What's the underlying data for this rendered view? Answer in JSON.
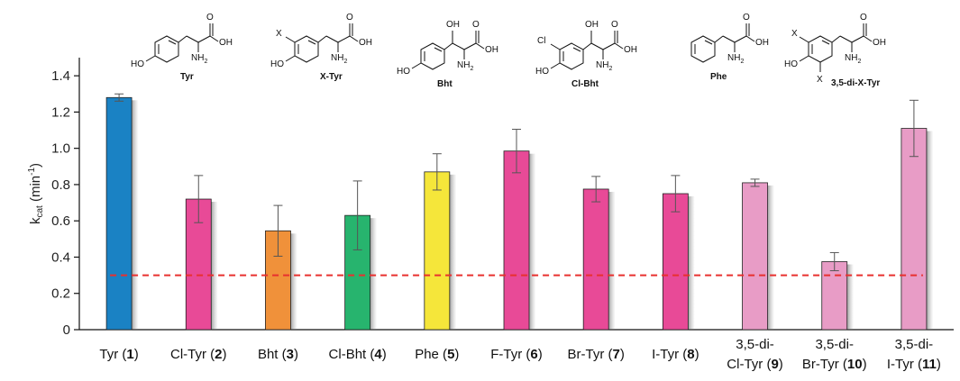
{
  "chart_data": {
    "type": "bar",
    "ylabel": "k",
    "ylabel_sub": "cat",
    "ylabel_unit": " (min",
    "ylabel_sup": "-1",
    "ylabel_close": ")",
    "ylim": [
      0,
      1.5
    ],
    "yticks": [
      "0",
      "0.2",
      "0.4",
      "0.6",
      "0.8",
      "1.0",
      "1.2",
      "1.4"
    ],
    "grid": false,
    "categories": [
      {
        "line1": "Tyr (",
        "bold": "1",
        "end": ")"
      },
      {
        "line1": "Cl-Tyr (",
        "bold": "2",
        "end": ")"
      },
      {
        "line1": "Bht (",
        "bold": "3",
        "end": ")"
      },
      {
        "line1": "Cl-Bht (",
        "bold": "4",
        "end": ")"
      },
      {
        "line1": "Phe (",
        "bold": "5",
        "end": ")"
      },
      {
        "line1": "F-Tyr (",
        "bold": "6",
        "end": ")"
      },
      {
        "line1": "Br-Tyr (",
        "bold": "7",
        "end": ")"
      },
      {
        "line1": "I-Tyr (",
        "bold": "8",
        "end": ")"
      },
      {
        "line1": "3,5-di-",
        "line2": "Cl-Tyr (",
        "bold": "9",
        "end": ")"
      },
      {
        "line1": "3,5-di-",
        "line2": "Br-Tyr (",
        "bold": "10",
        "end": ")"
      },
      {
        "line1": "3,5-di-",
        "line2": "I-Tyr (",
        "bold": "11",
        "end": ")"
      }
    ],
    "values": [
      1.28,
      0.72,
      0.545,
      0.63,
      0.87,
      0.985,
      0.775,
      0.75,
      0.81,
      0.375,
      1.11
    ],
    "errors": [
      0.02,
      0.13,
      0.14,
      0.19,
      0.1,
      0.12,
      0.07,
      0.1,
      0.02,
      0.05,
      0.155
    ],
    "colors": [
      "#1a82c4",
      "#e84a97",
      "#f0913a",
      "#27b46e",
      "#f5e63a",
      "#e84a97",
      "#e84a97",
      "#e84a97",
      "#e89cc6",
      "#e89cc6",
      "#e89cc6"
    ],
    "reference_line": {
      "value": 0.3,
      "color": "#e8302f",
      "style": "dashed"
    }
  },
  "structures": {
    "names": [
      "Tyr",
      "X-Tyr",
      "Bht",
      "Cl-Bht",
      "Phe",
      "3,5-di-X-Tyr"
    ],
    "atoms": {
      "oh": "OH",
      "ho": "HO",
      "o": "O",
      "nh": "NH",
      "sub2": "2",
      "x": "X",
      "cl": "Cl"
    }
  }
}
